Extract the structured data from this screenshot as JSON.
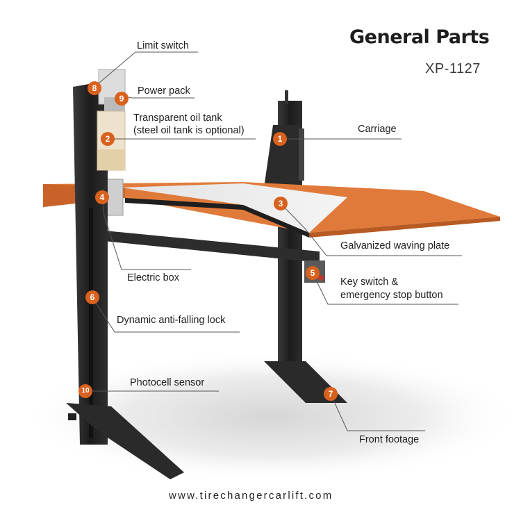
{
  "header": {
    "title": "General Parts",
    "model": "XP-1127"
  },
  "parts": [
    {
      "number": "1",
      "label": "Carriage"
    },
    {
      "number": "2",
      "label_line1": "Transparent oil tank",
      "label_line2": "(steel oil tank is optional)"
    },
    {
      "number": "3",
      "label": "Galvanized waving plate"
    },
    {
      "number": "4",
      "label": "Electric box"
    },
    {
      "number": "5",
      "label_line1": "Key switch &",
      "label_line2": "emergency stop button"
    },
    {
      "number": "6",
      "label": "Dynamic anti-falling lock"
    },
    {
      "number": "7",
      "label": "Front footage"
    },
    {
      "number": "8",
      "label": "Limit switch"
    },
    {
      "number": "9",
      "label": "Power pack"
    },
    {
      "number": "10",
      "label": "Photocell sensor"
    }
  ],
  "footer": {
    "website": "www.tirechangercarlift.com"
  },
  "colors": {
    "badge": "#d9611e",
    "platform": "#e07a3a",
    "steel": "#222222"
  }
}
